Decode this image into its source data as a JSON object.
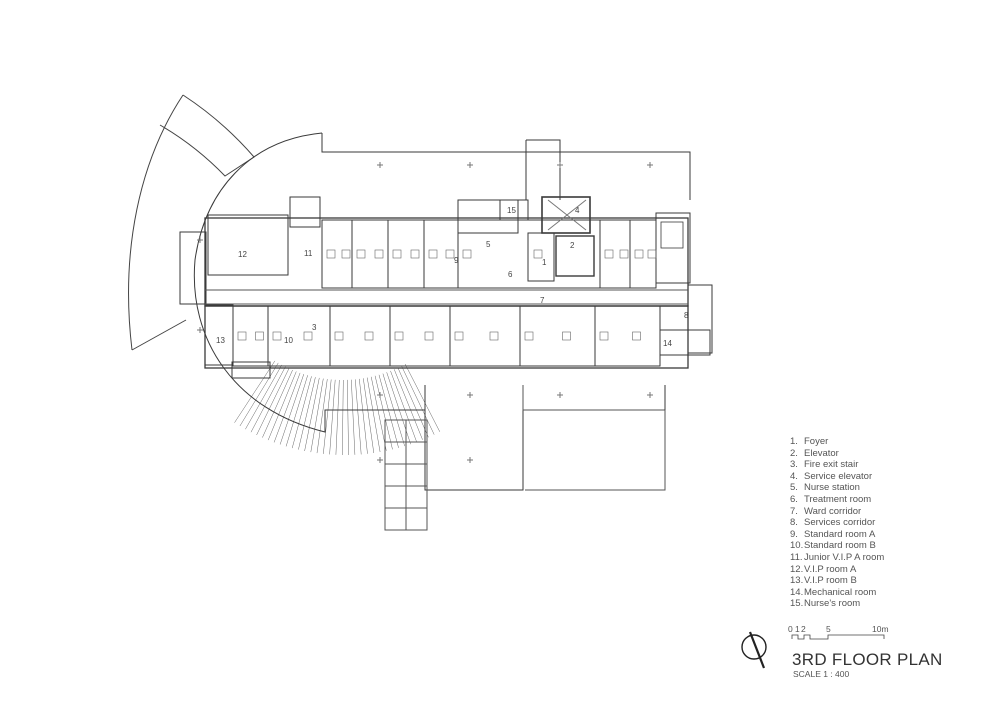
{
  "title": "3RD FLOOR PLAN",
  "scale": "SCALE 1 : 400",
  "scale_bar": {
    "ticks": [
      "0",
      "1",
      "2",
      "5",
      "10m"
    ]
  },
  "legend": [
    {
      "num": "1.",
      "label": "Foyer"
    },
    {
      "num": "2.",
      "label": "Elevator"
    },
    {
      "num": "3.",
      "label": "Fire exit stair"
    },
    {
      "num": "4.",
      "label": "Service elevator"
    },
    {
      "num": "5.",
      "label": "Nurse station"
    },
    {
      "num": "6.",
      "label": "Treatment room"
    },
    {
      "num": "7.",
      "label": "Ward corridor"
    },
    {
      "num": "8.",
      "label": "Services corridor"
    },
    {
      "num": "9.",
      "label": "Standard room A"
    },
    {
      "num": "10.",
      "label": "Standard room B"
    },
    {
      "num": "11.",
      "label": "Junior V.I.P A room"
    },
    {
      "num": "12.",
      "label": "V.I.P room A"
    },
    {
      "num": "13.",
      "label": "V.I.P room B"
    },
    {
      "num": "14.",
      "label": "Mechanical room"
    },
    {
      "num": "15.",
      "label": "Nurse's room"
    }
  ],
  "room_labels": {
    "r1": "1",
    "r2": "2",
    "r3": "3",
    "r4": "4",
    "r5": "5",
    "r6": "6",
    "r7": "7",
    "r8": "8",
    "r9": "9",
    "r10": "10",
    "r11": "11",
    "r12": "12",
    "r13": "13",
    "r14": "14",
    "r15": "15"
  },
  "colors": {
    "line": "#3a3a3a",
    "hatch": "#555555",
    "light": "#9a9a9a"
  }
}
